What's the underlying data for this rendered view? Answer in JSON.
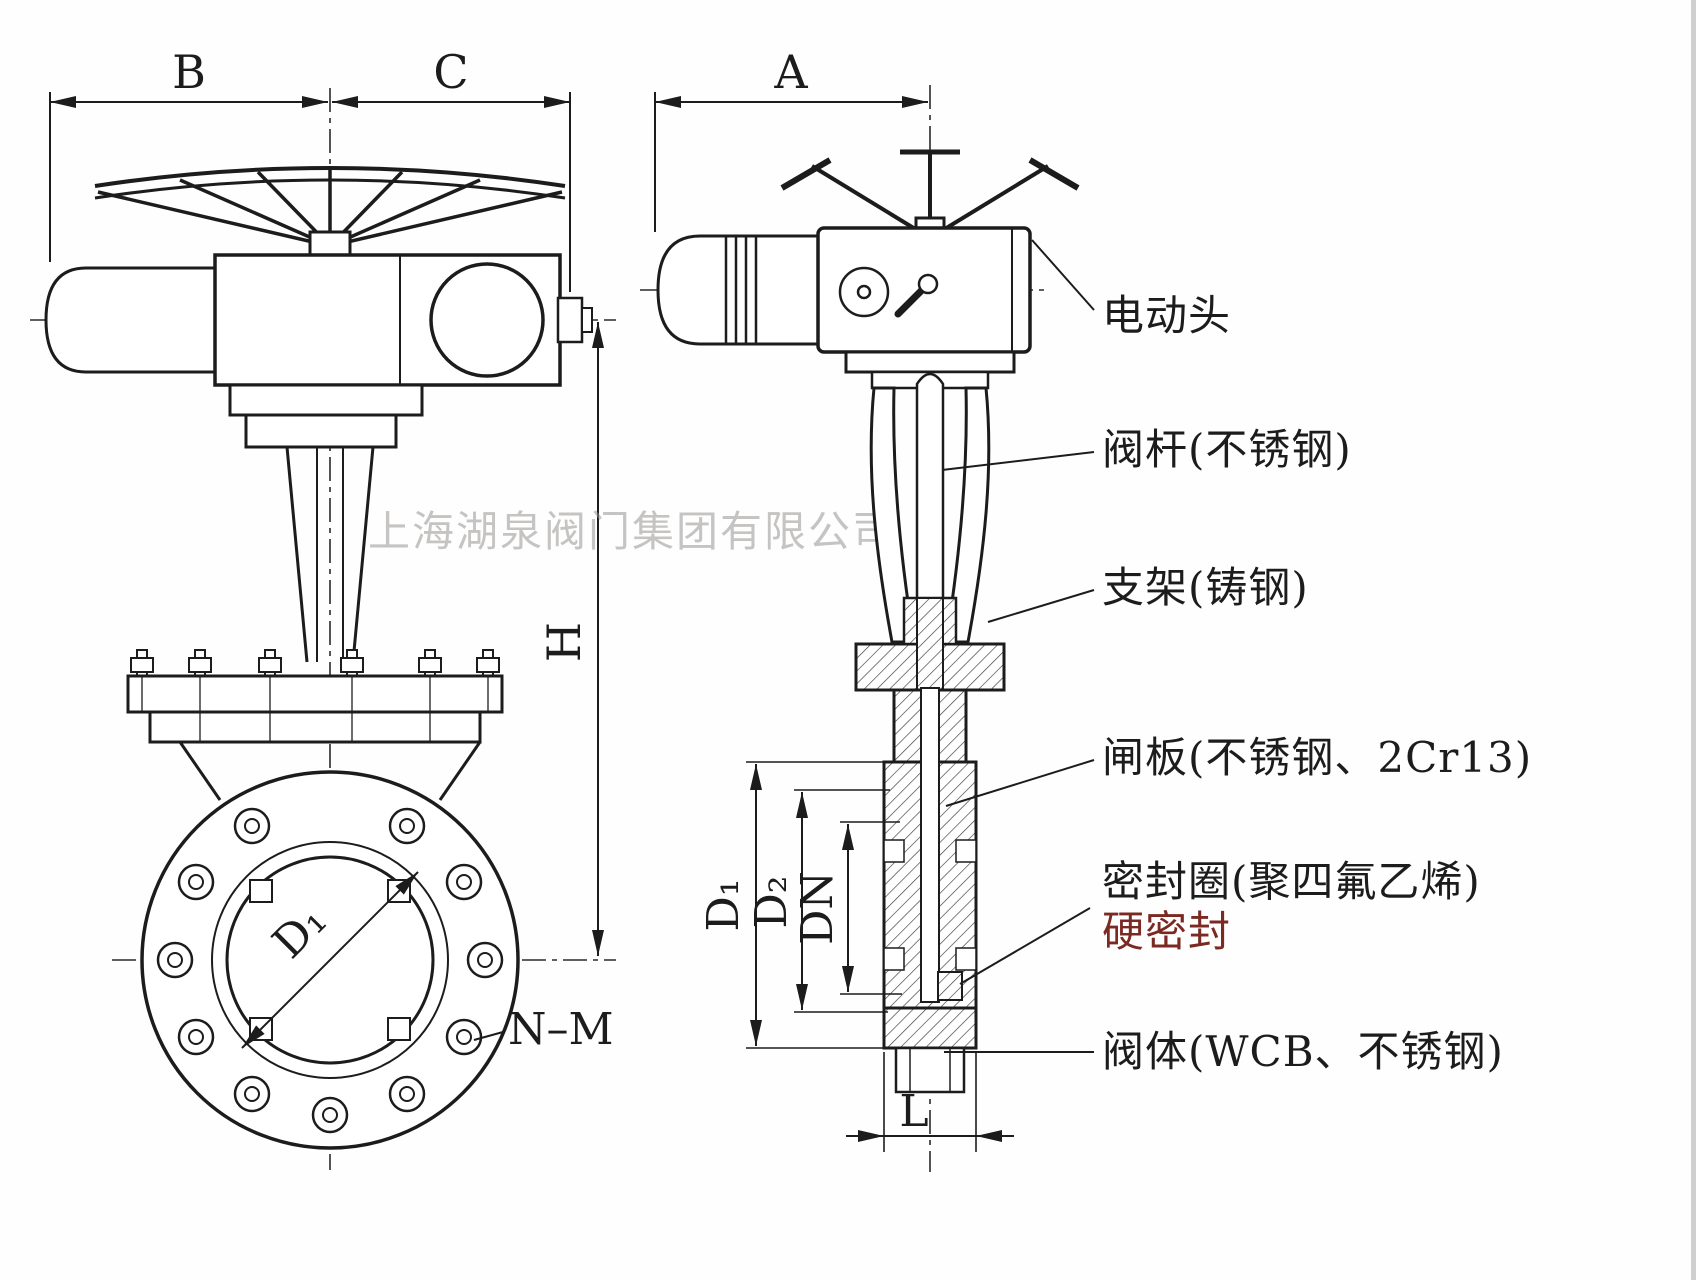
{
  "watermark": "上海湖泉阀门集团有限公司",
  "dims": {
    "B": "B",
    "C": "C",
    "A": "A",
    "H": "H",
    "D1": "D₁",
    "D2": "D₂",
    "DN": "DN",
    "L": "L",
    "NM": "N–M",
    "D1_bore": "D₁"
  },
  "parts": {
    "actuator": "电动头",
    "stem": "阀杆(不锈钢)",
    "bracket": "支架(铸钢)",
    "gate": "闸板(不锈钢、2Cr13)",
    "seal_line1": "密封圈(聚四氟乙烯)",
    "seal_line2": "硬密封",
    "body": "阀体(WCB、不锈钢)"
  }
}
